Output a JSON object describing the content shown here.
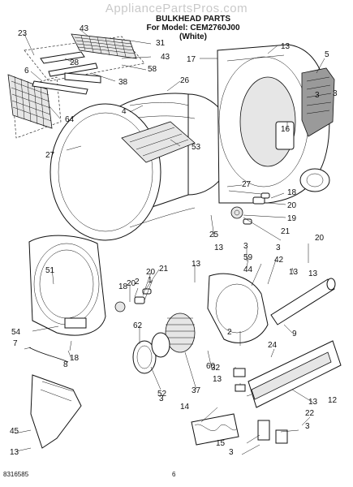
{
  "watermark": "AppliancePartsPros.com",
  "title": {
    "line1": "BULKHEAD PARTS",
    "line2": "For Model: CEM2760J00",
    "line3": "(White)"
  },
  "footer": {
    "code": "8316585",
    "page": "6"
  },
  "part_numbers": [
    "23",
    "43",
    "31",
    "43",
    "58",
    "38",
    "28",
    "6",
    "64",
    "26",
    "4",
    "53",
    "27",
    "27",
    "17",
    "13",
    "5",
    "3",
    "16",
    "18",
    "20",
    "19",
    "21",
    "25",
    "51",
    "13",
    "21",
    "20",
    "2",
    "18",
    "20",
    "1",
    "3",
    "59",
    "44",
    "3",
    "42",
    "13",
    "9",
    "54",
    "7",
    "8",
    "18",
    "62",
    "52",
    "37",
    "60",
    "2",
    "24",
    "32",
    "13",
    "3",
    "12",
    "14",
    "45",
    "13",
    "13",
    "15",
    "3",
    "22",
    "3",
    "13",
    "20",
    "3",
    "13"
  ]
}
